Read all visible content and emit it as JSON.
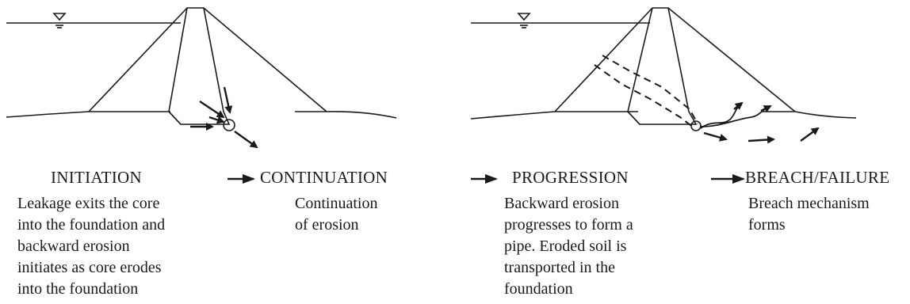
{
  "stages": [
    {
      "title": "INITIATION",
      "description": [
        "Leakage exits the core",
        "into the foundation and",
        "backward erosion",
        "initiates as core erodes",
        "into the foundation"
      ]
    },
    {
      "title": "CONTINUATION",
      "description": [
        "Continuation",
        "of erosion"
      ]
    },
    {
      "title": "PROGRESSION",
      "description": [
        "Backward erosion",
        "progresses to form a",
        "pipe. Eroded soil is",
        "transported in the",
        "foundation"
      ]
    },
    {
      "title": "BREACH/FAILURE",
      "description": [
        "Breach mechanism",
        "forms"
      ]
    }
  ],
  "colors": {
    "ink": "#1a1a1a",
    "background": "#ffffff"
  },
  "icons": [
    "water-level-symbol",
    "flow-arrow",
    "stage-arrow"
  ]
}
